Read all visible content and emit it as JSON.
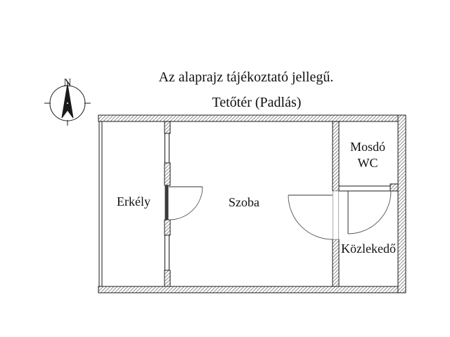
{
  "title": {
    "text": "Az alaprajz tájékoztató jellegű."
  },
  "subtitle": {
    "text": "Tetőtér (Padlás)"
  },
  "compass": {
    "north_label": "N"
  },
  "floor_plan": {
    "rooms": [
      {
        "name": "Erkély"
      },
      {
        "name": "Szoba"
      },
      {
        "name": "Mosdó WC"
      },
      {
        "name": "Közlekedő"
      }
    ],
    "labels": {
      "erkely": "Erkély",
      "szoba": "Szoba",
      "mosdo_line1": "Mosdó",
      "mosdo_line2": "WC",
      "kozlekedo": "Közlekedő"
    },
    "colors": {
      "wall_line": "#1a1a1a",
      "hatch_line": "#777777",
      "door_leaf_fill": "#3a3a3a",
      "background": "#ffffff"
    }
  }
}
